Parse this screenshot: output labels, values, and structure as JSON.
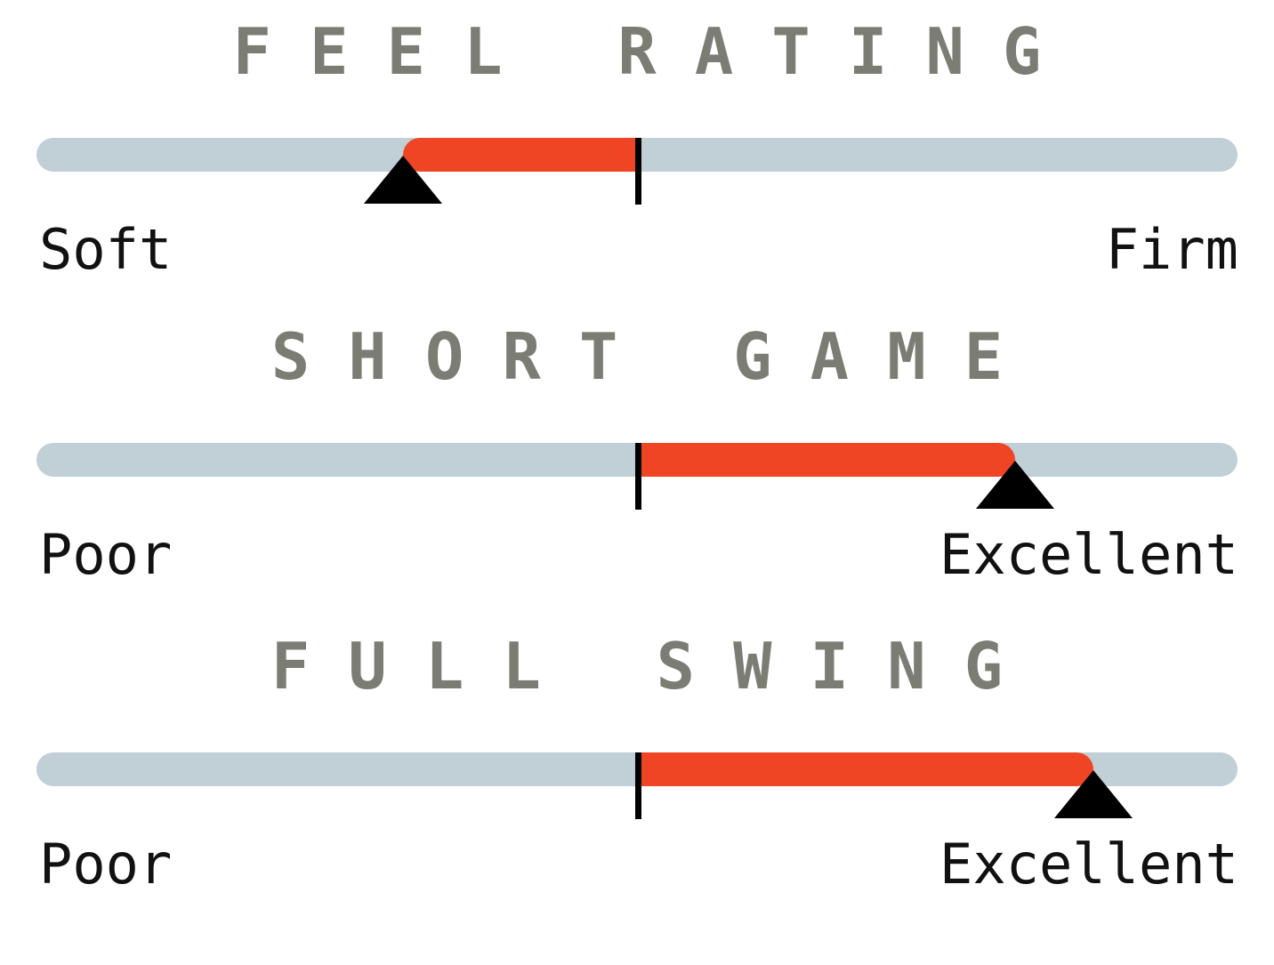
{
  "colors": {
    "title": "#7b7d74",
    "track": "#c1cfd6",
    "fill": "#f04524",
    "tick": "#000000",
    "marker": "#000000",
    "label": "#111111"
  },
  "chart_data": [
    {
      "type": "bar",
      "title": "FEEL RATING",
      "scale": [
        0,
        1
      ],
      "center": 0.5,
      "value": 0.305,
      "min_label": "Soft",
      "max_label": "Firm"
    },
    {
      "type": "bar",
      "title": "SHORT GAME",
      "scale": [
        0,
        1
      ],
      "center": 0.5,
      "value": 0.815,
      "min_label": "Poor",
      "max_label": "Excellent"
    },
    {
      "type": "bar",
      "title": "FULL SWING",
      "scale": [
        0,
        1
      ],
      "center": 0.5,
      "value": 0.88,
      "min_label": "Poor",
      "max_label": "Excellent"
    }
  ]
}
